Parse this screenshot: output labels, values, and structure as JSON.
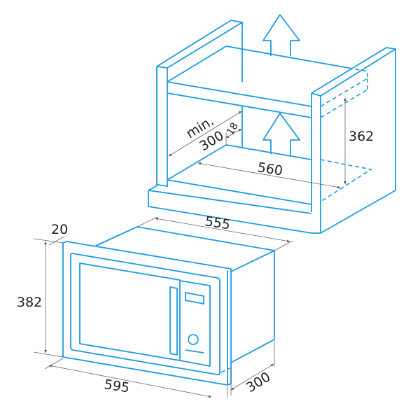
{
  "colors": {
    "outline": "#1c9ce0",
    "dimension": "#666666"
  },
  "cabinet": {
    "depth_label_prefix": "min.",
    "depth": "300",
    "gap": "18",
    "width": "560",
    "height": "362",
    "airflow_icons": [
      "arrow-up-icon",
      "arrow-up-icon"
    ]
  },
  "microwave": {
    "frame_depth": "20",
    "height": "382",
    "body_width": "555",
    "frame_width": "595",
    "depth": "300"
  }
}
